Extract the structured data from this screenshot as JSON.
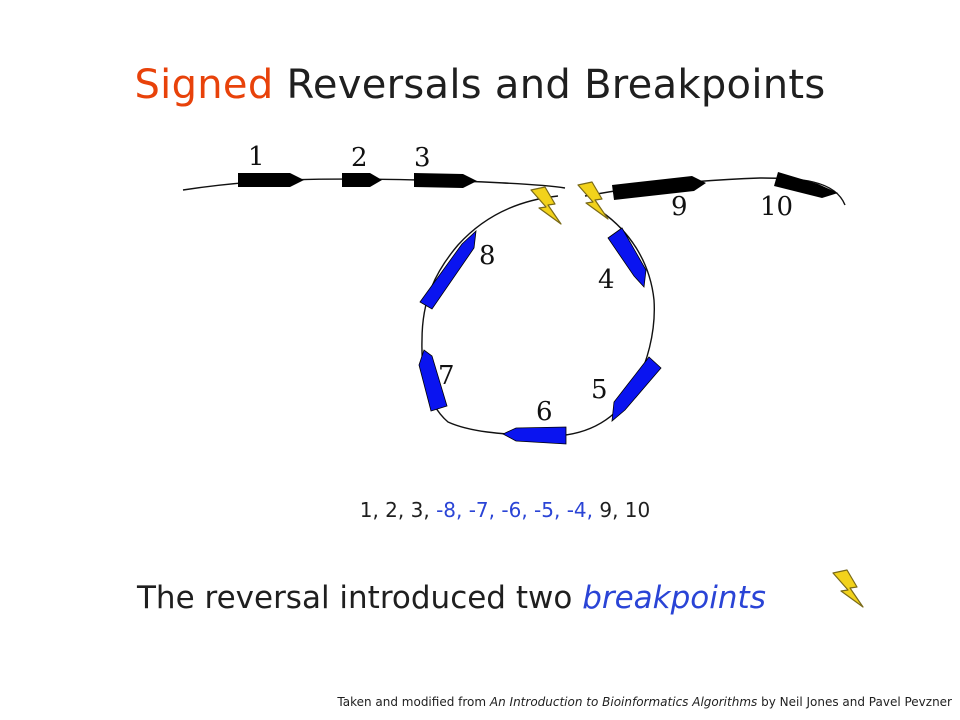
{
  "title": {
    "highlight": "Signed",
    "rest": "Reversals and Breakpoints"
  },
  "genes": {
    "labels": [
      "1",
      "2",
      "3",
      "4",
      "5",
      "6",
      "7",
      "8",
      "9",
      "10"
    ]
  },
  "sequence": {
    "before": "1, 2, 3,",
    "reversed": "-8, -7, -6, -5, -4,",
    "after": "9, 10"
  },
  "caption": {
    "text": "The reversal introduced two",
    "emphasis": "breakpoints"
  },
  "credit": {
    "prefix": "Taken and modified from",
    "book": "An Introduction to Bioinformatics Algorithms",
    "suffix": "by Neil Jones and Pavel Pevzner"
  },
  "colors": {
    "highlight": "#e8420a",
    "reversed": "#2a44d6",
    "gene_forward": "#000000",
    "gene_reversed": "#0a14f0",
    "breakpoint": "#f2d21b"
  },
  "icons": {
    "breakpoint": "lightning-bolt-icon"
  }
}
